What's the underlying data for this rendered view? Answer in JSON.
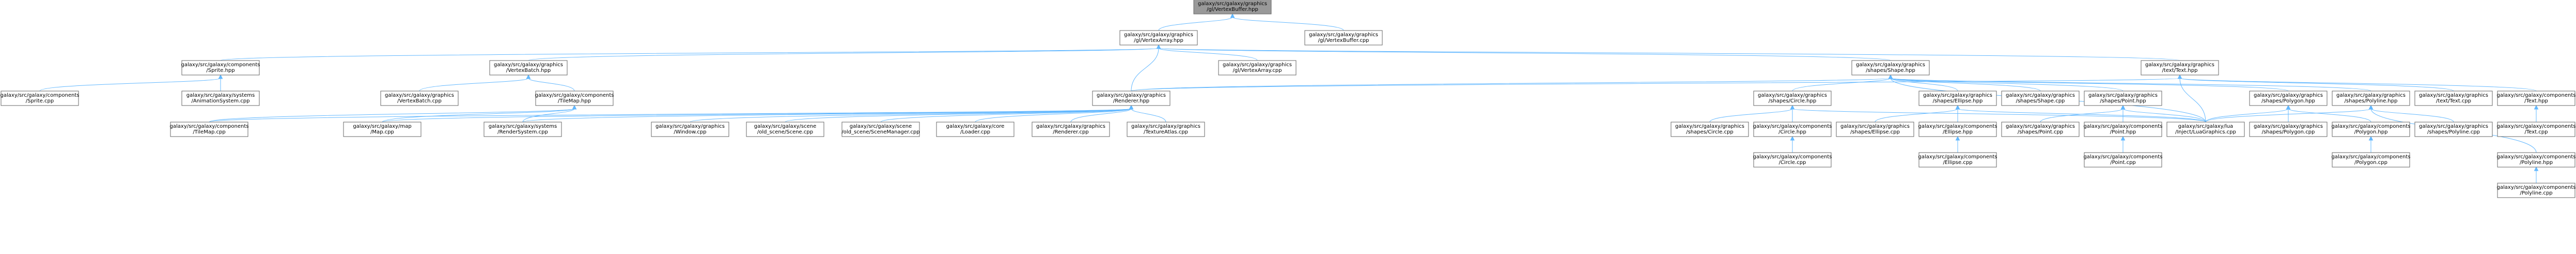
{
  "graph": {
    "nodes": [
      {
        "id": "n0",
        "lines": [
          "galaxy/src/galaxy/graphics",
          "/gl/VertexBuffer.hpp"
        ],
        "root": true
      },
      {
        "id": "n1",
        "lines": [
          "galaxy/src/galaxy/graphics",
          "/gl/VertexArray.hpp"
        ]
      },
      {
        "id": "n2",
        "lines": [
          "galaxy/src/galaxy/graphics",
          "/gl/VertexBuffer.cpp"
        ]
      },
      {
        "id": "n3",
        "lines": [
          "galaxy/src/galaxy/components",
          "/Sprite.hpp"
        ]
      },
      {
        "id": "n4",
        "lines": [
          "galaxy/src/galaxy/graphics",
          "/VertexBatch.hpp"
        ]
      },
      {
        "id": "n5",
        "lines": [
          "galaxy/src/galaxy/graphics",
          "/gl/VertexArray.cpp"
        ]
      },
      {
        "id": "n6",
        "lines": [
          "galaxy/src/galaxy/graphics",
          "/shapes/Shape.hpp"
        ]
      },
      {
        "id": "n7",
        "lines": [
          "galaxy/src/galaxy/graphics",
          "/text/Text.hpp"
        ]
      },
      {
        "id": "n8",
        "lines": [
          "galaxy/src/galaxy/components",
          "/Sprite.cpp"
        ]
      },
      {
        "id": "n9",
        "lines": [
          "galaxy/src/galaxy/systems",
          "/AnimationSystem.cpp"
        ]
      },
      {
        "id": "n10",
        "lines": [
          "galaxy/src/galaxy/graphics",
          "/VertexBatch.cpp"
        ]
      },
      {
        "id": "n11",
        "lines": [
          "galaxy/src/galaxy/components",
          "/TileMap.hpp"
        ]
      },
      {
        "id": "n12",
        "lines": [
          "galaxy/src/galaxy/graphics",
          "/Renderer.hpp"
        ]
      },
      {
        "id": "n13",
        "lines": [
          "galaxy/src/galaxy/graphics",
          "/shapes/Circle.hpp"
        ]
      },
      {
        "id": "n14",
        "lines": [
          "galaxy/src/galaxy/graphics",
          "/shapes/Ellipse.hpp"
        ]
      },
      {
        "id": "n15",
        "lines": [
          "galaxy/src/galaxy/graphics",
          "/shapes/Point.hpp"
        ]
      },
      {
        "id": "n16",
        "lines": [
          "galaxy/src/galaxy/graphics",
          "/shapes/Shape.cpp"
        ]
      },
      {
        "id": "n17",
        "lines": [
          "galaxy/src/galaxy/graphics",
          "/shapes/Polygon.hpp"
        ]
      },
      {
        "id": "n18",
        "lines": [
          "galaxy/src/galaxy/graphics",
          "/shapes/Polyline.hpp"
        ]
      },
      {
        "id": "n19",
        "lines": [
          "galaxy/src/galaxy/graphics",
          "/text/Text.cpp"
        ]
      },
      {
        "id": "n20",
        "lines": [
          "galaxy/src/galaxy/components",
          "/Text.hpp"
        ]
      },
      {
        "id": "n21",
        "lines": [
          "galaxy/src/galaxy/components",
          "/TileMap.cpp"
        ]
      },
      {
        "id": "n22",
        "lines": [
          "galaxy/src/galaxy/map",
          "/Map.cpp"
        ]
      },
      {
        "id": "n23",
        "lines": [
          "galaxy/src/galaxy/systems",
          "/RenderSystem.cpp"
        ]
      },
      {
        "id": "n24",
        "lines": [
          "galaxy/src/galaxy/graphics",
          "/Window.cpp"
        ]
      },
      {
        "id": "n25",
        "lines": [
          "galaxy/src/galaxy/scene",
          "/old_scene/Scene.cpp"
        ]
      },
      {
        "id": "n26",
        "lines": [
          "galaxy/src/galaxy/scene",
          "/old_scene/SceneManager.cpp"
        ]
      },
      {
        "id": "n27",
        "lines": [
          "galaxy/src/galaxy/core",
          "/Loader.cpp"
        ]
      },
      {
        "id": "n28",
        "lines": [
          "galaxy/src/galaxy/graphics",
          "/Renderer.cpp"
        ]
      },
      {
        "id": "n29",
        "lines": [
          "galaxy/src/galaxy/graphics",
          "/TextureAtlas.cpp"
        ]
      },
      {
        "id": "n30",
        "lines": [
          "galaxy/src/galaxy/graphics",
          "/shapes/Circle.cpp"
        ]
      },
      {
        "id": "n31",
        "lines": [
          "galaxy/src/galaxy/components",
          "/Circle.hpp"
        ]
      },
      {
        "id": "n32",
        "lines": [
          "galaxy/src/galaxy/graphics",
          "/shapes/Ellipse.cpp"
        ]
      },
      {
        "id": "n33",
        "lines": [
          "galaxy/src/galaxy/components",
          "/Ellipse.hpp"
        ]
      },
      {
        "id": "n34",
        "lines": [
          "galaxy/src/galaxy/lua",
          "/Inject/LuaGraphics.cpp"
        ]
      },
      {
        "id": "n35",
        "lines": [
          "galaxy/src/galaxy/graphics",
          "/shapes/Point.cpp"
        ]
      },
      {
        "id": "n36",
        "lines": [
          "galaxy/src/galaxy/components",
          "/Point.hpp"
        ]
      },
      {
        "id": "n37",
        "lines": [
          "galaxy/src/galaxy/graphics",
          "/shapes/Polygon.cpp"
        ]
      },
      {
        "id": "n38",
        "lines": [
          "galaxy/src/galaxy/components",
          "/Polygon.hpp"
        ]
      },
      {
        "id": "n39",
        "lines": [
          "galaxy/src/galaxy/graphics",
          "/shapes/Polyline.cpp"
        ]
      },
      {
        "id": "n40",
        "lines": [
          "galaxy/src/galaxy/components",
          "/Polyline.hpp"
        ]
      },
      {
        "id": "n41",
        "lines": [
          "galaxy/src/galaxy/components",
          "/Text.cpp"
        ]
      },
      {
        "id": "n42",
        "lines": [
          "galaxy/src/galaxy/components",
          "/Circle.cpp"
        ]
      },
      {
        "id": "n43",
        "lines": [
          "galaxy/src/galaxy/components",
          "/Ellipse.cpp"
        ]
      },
      {
        "id": "n44",
        "lines": [
          "galaxy/src/galaxy/components",
          "/Point.cpp"
        ]
      },
      {
        "id": "n45",
        "lines": [
          "galaxy/src/galaxy/components",
          "/Polygon.cpp"
        ]
      },
      {
        "id": "n46",
        "lines": [
          "galaxy/src/galaxy/components",
          "/Polyline.cpp"
        ]
      }
    ],
    "edges": [
      [
        "n0",
        "n1"
      ],
      [
        "n0",
        "n2"
      ],
      [
        "n1",
        "n3"
      ],
      [
        "n1",
        "n4"
      ],
      [
        "n1",
        "n5"
      ],
      [
        "n1",
        "n6"
      ],
      [
        "n1",
        "n7"
      ],
      [
        "n1",
        "n12"
      ],
      [
        "n3",
        "n8"
      ],
      [
        "n3",
        "n9"
      ],
      [
        "n4",
        "n10"
      ],
      [
        "n4",
        "n11"
      ],
      [
        "n11",
        "n21"
      ],
      [
        "n11",
        "n22"
      ],
      [
        "n11",
        "n23"
      ],
      [
        "n6",
        "n12"
      ],
      [
        "n6",
        "n13"
      ],
      [
        "n6",
        "n14"
      ],
      [
        "n6",
        "n15"
      ],
      [
        "n6",
        "n16"
      ],
      [
        "n6",
        "n17"
      ],
      [
        "n6",
        "n18"
      ],
      [
        "n6",
        "n34"
      ],
      [
        "n7",
        "n12"
      ],
      [
        "n7",
        "n19"
      ],
      [
        "n7",
        "n20"
      ],
      [
        "n7",
        "n34"
      ],
      [
        "n12",
        "n23"
      ],
      [
        "n12",
        "n24"
      ],
      [
        "n12",
        "n25"
      ],
      [
        "n12",
        "n26"
      ],
      [
        "n12",
        "n27"
      ],
      [
        "n12",
        "n28"
      ],
      [
        "n12",
        "n29"
      ],
      [
        "n12",
        "n21"
      ],
      [
        "n12",
        "n22"
      ],
      [
        "n13",
        "n30"
      ],
      [
        "n13",
        "n31"
      ],
      [
        "n13",
        "n34"
      ],
      [
        "n31",
        "n42"
      ],
      [
        "n14",
        "n32"
      ],
      [
        "n14",
        "n33"
      ],
      [
        "n14",
        "n34"
      ],
      [
        "n33",
        "n43"
      ],
      [
        "n15",
        "n35"
      ],
      [
        "n15",
        "n36"
      ],
      [
        "n15",
        "n34"
      ],
      [
        "n36",
        "n44"
      ],
      [
        "n17",
        "n37"
      ],
      [
        "n17",
        "n38"
      ],
      [
        "n17",
        "n34"
      ],
      [
        "n38",
        "n45"
      ],
      [
        "n18",
        "n39"
      ],
      [
        "n18",
        "n40"
      ],
      [
        "n18",
        "n34"
      ],
      [
        "n40",
        "n46"
      ],
      [
        "n20",
        "n41"
      ]
    ]
  },
  "colors": {
    "edge": "#63b8ff",
    "node_border": "#666666",
    "node_fill": "#ffffff",
    "root_fill": "#999999"
  }
}
